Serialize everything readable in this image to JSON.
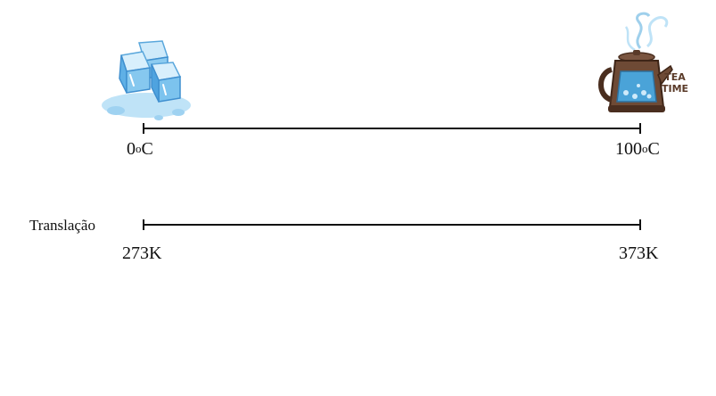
{
  "celsius_scale": {
    "left_value": "0",
    "left_degree": "o",
    "left_unit": "C",
    "right_value": "100",
    "right_degree": "o",
    "right_unit": "C"
  },
  "kelvin_scale": {
    "row_label": "Translação",
    "left_label": "273K",
    "right_label": "373K"
  },
  "illustrations": {
    "left_icon": "ice-cubes",
    "right_icon": "teapot",
    "teapot_text": "TEA TIME"
  },
  "colors": {
    "line": "#111111",
    "ice": "#7cc3ee",
    "ice_dark": "#3f8fcf",
    "teapot": "#6e4a35",
    "water": "#4aa3d8"
  }
}
